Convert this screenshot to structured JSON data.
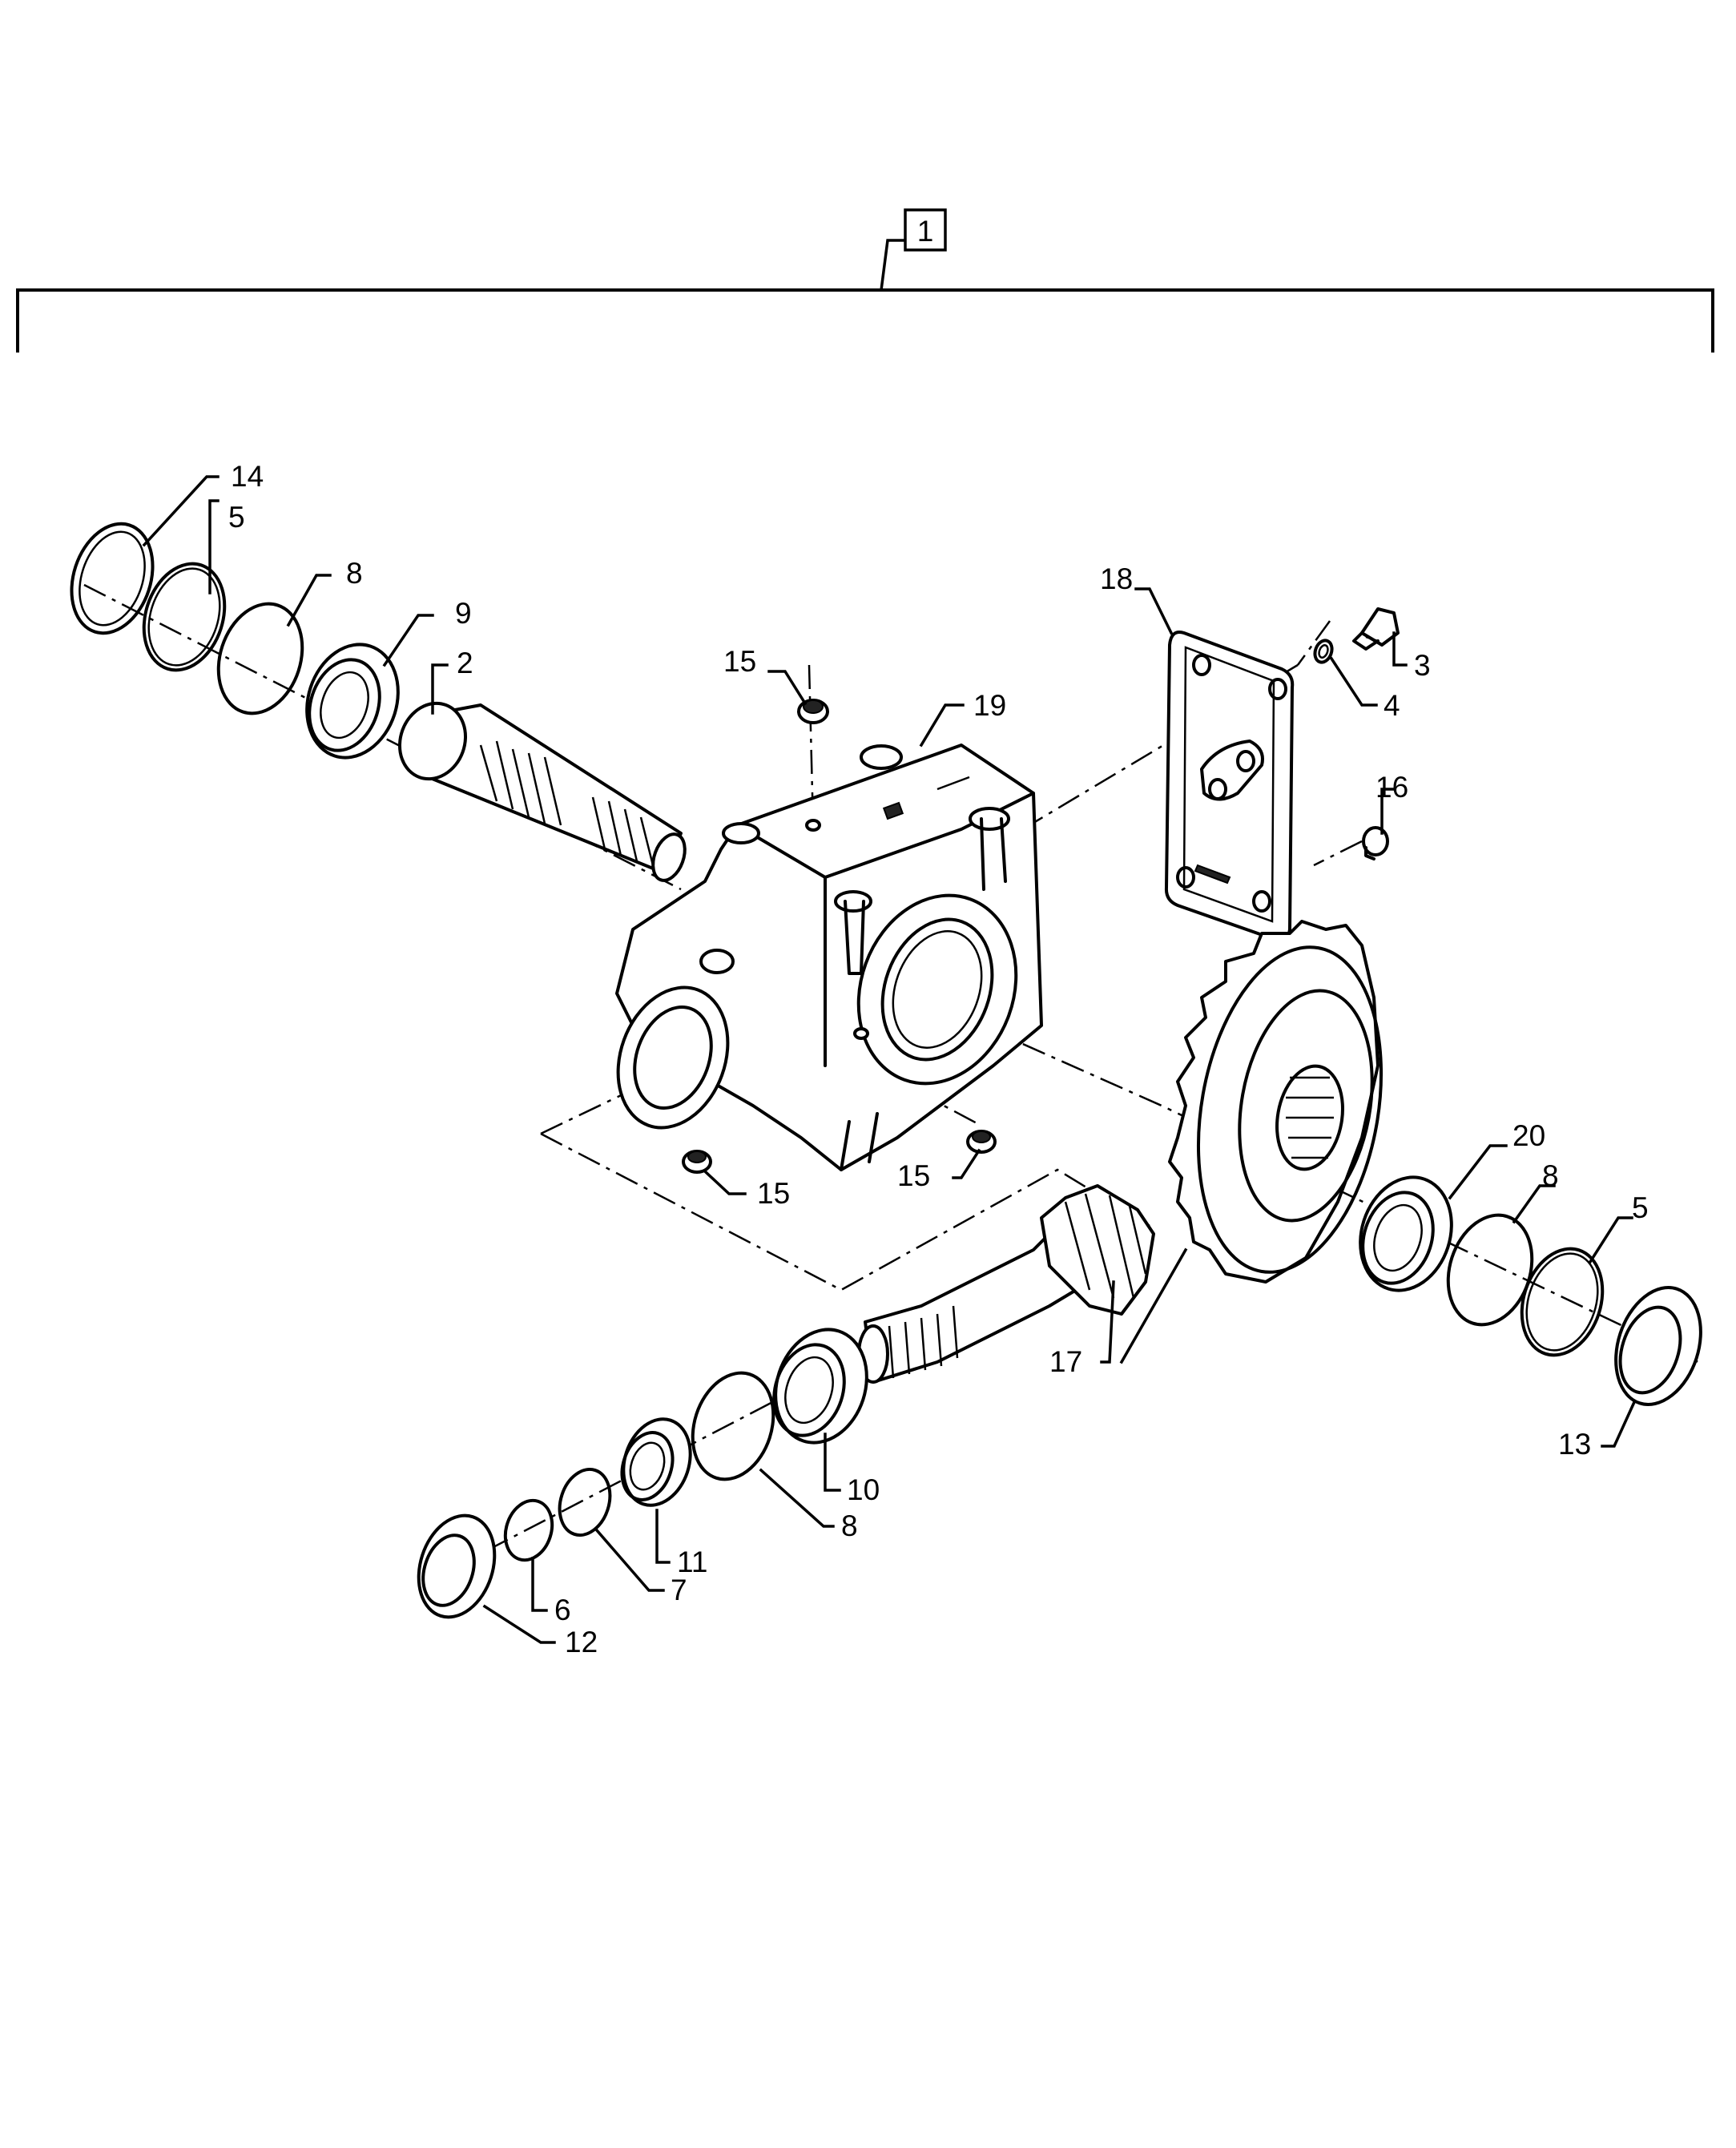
{
  "assembly": {
    "label": "1"
  },
  "callouts": {
    "c2": "2",
    "c3": "3",
    "c4": "4",
    "c5a": "5",
    "c5b": "5",
    "c6": "6",
    "c7": "7",
    "c8a": "8",
    "c8b": "8",
    "c8c": "8",
    "c9": "9",
    "c10": "10",
    "c11": "11",
    "c12": "12",
    "c13": "13",
    "c14": "14",
    "c15a": "15",
    "c15b": "15",
    "c15c": "15",
    "c16": "16",
    "c17": "17",
    "c18": "18",
    "c19": "19",
    "c20": "20"
  }
}
